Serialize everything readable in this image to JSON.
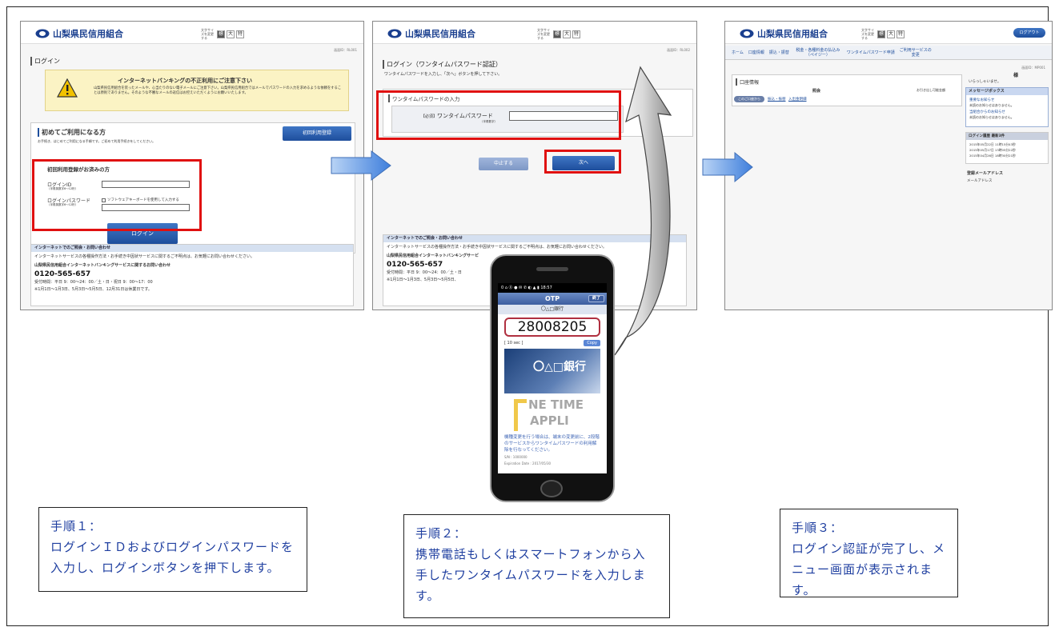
{
  "screen1": {
    "bank_name": "山梨県民信用組合",
    "font_size_label": "文字サイズを変更する",
    "font_sizes": [
      "標",
      "大",
      "特"
    ],
    "page_id": "画面ID：RL001",
    "page_title": "ログイン",
    "warning_title": "インターネットバンキングの不正利用にご注意下さい",
    "warning_text": "山梨県民信用組合を装ったメールや、心当たりのない電子メールにご注意下さい。山梨県民信用組合ではメールでパスワードの入力を求めるような依頼をすることは原則でありません。そのような不審なメールの返信はお控えいただくようにお願いいたします。",
    "first_time_title": "初めてご利用になる方",
    "first_time_text": "お手続き、はじめてご利用になる手順です。ご初めて利用手続きをしてください。",
    "first_time_button": "初回利用登録",
    "registered_title": "初回利用登録がお済みの方",
    "login_id_label": "ログインID",
    "login_id_sub": "（半角英数字6〜12桁）",
    "login_pw_label": "ログインパスワード",
    "login_pw_sub": "（半角英数字6〜12桁）",
    "software_keyboard": "ソフトウェアキーボードを使用して入力する",
    "login_button": "ログイン",
    "footer_bar": "インターネットでのご照会・お問い合わせ",
    "footer_text": "インターネットサービスの各種操作方法・お手続き中因状サービスに関するご不明点は、お気軽にお問い合わせください。",
    "footer_center": "山梨県民信用組合インターネットバンキングサービスに関するお問い合わせ",
    "footer_tel": "0120-565-657",
    "footer_hours": "受付時間：平日 9：00〜24：00／土・日・祝日 9：00〜17：00",
    "footer_closed": "※1月1日〜1月3日、5月3日〜5月5日、12月31日は休業日です。"
  },
  "screen2": {
    "bank_name": "山梨県民信用組合",
    "font_size_label": "文字サイズを変更する",
    "font_sizes": [
      "標",
      "大",
      "特"
    ],
    "page_id": "画面ID：RL002",
    "page_title": "ログイン（ワンタイムパスワード認証）",
    "page_sub": "ワンタイムパスワードを入力し、「次へ」ボタンを押して下さい。",
    "section_title": "ワンタイムパスワードの入力",
    "required": "【必須】",
    "otp_label": "ワンタイムパスワード",
    "otp_sub": "（半角数字）",
    "cancel_button": "中止する",
    "next_button": "次へ",
    "footer_bar": "インターネットでのご照会・お問い合わせ",
    "footer_text": "インターネットサービスの各種操作方法・お手続き中因状サービスに関するご不明点は、お気軽にお問い合わせください。",
    "footer_center": "山梨県民信用組合インターネットバンキングサービ",
    "footer_tel": "0120-565-657",
    "footer_hours": "受付時間：平日 9：00〜24：00／土・日",
    "footer_closed": "※1月1日〜1月3日、5月3日〜5月5日、"
  },
  "screen3": {
    "bank_name": "山梨県民信用組合",
    "font_size_label": "文字サイズを変更する",
    "font_sizes": [
      "標",
      "大",
      "特"
    ],
    "logout_button": "ログアウト",
    "nav": [
      "ホーム",
      "口座情報",
      "振込・振替",
      "税金・各種料金の払込み（ペイジー）",
      "ワンタイムパスワード申請",
      "ご利用サービスの変更"
    ],
    "page_id": "画面ID：MP001",
    "account_title": "口座情報",
    "account_row1": "振込・振替",
    "account_row2": "入出金明細",
    "account_head": "照会",
    "account_amount": "お引き出し可能金額",
    "account_badge": "このご口座から",
    "greeting_name": "様",
    "greeting": "いらっしゃいませ。",
    "message_box_title": "メッセージボックス",
    "message_1": "重要なお知らせ",
    "message_1_text": "未読のお知らせはありません。",
    "message_2": "当組合からのお知らせ",
    "message_2_text": "未読のお知らせはありません。",
    "login_history_title": "ログイン履歴 最新3件",
    "login_history": [
      "2015年05月22日 11時15分43秒",
      "2015年05月17日 13時05分22秒",
      "2015年04月26日 18時30分21秒"
    ],
    "email_title": "登録メールアドレス",
    "email_label": "メールアドレス"
  },
  "phone": {
    "status": "0 ⌂ ⓪ ● ✉ ✆ ◐ ▲ ▮ 18:57",
    "app_title": "OTP",
    "end_button": "終了",
    "bank": "〇△□銀行",
    "otp_code": "28008205",
    "timer": "[ 10 sec ]",
    "copy_button": "Copy",
    "banner_text": "〇△□銀行",
    "logo_line1": "NE TIME",
    "logo_line2": "APPLI",
    "message": "機種変更を行う場合は、端末の変更前に、2段階のサービスからワンタイムパスワードの利用解除を行なってください。",
    "serial": "S/N : 1000000",
    "expiration": "Expiration Date : 2017/05/30"
  },
  "steps": [
    {
      "title": "手順１：",
      "body": "ログインＩＤおよびログインパスワードを入力し、ログインボタンを押下します。"
    },
    {
      "title": "手順２：",
      "body": "携帯電話もしくはスマートフォンから入手したワンタイムパスワードを入力します。"
    },
    {
      "title": "手順３：",
      "body": "ログイン認証が完了し、メニュー画面が表示されます。"
    }
  ],
  "colors": {
    "accent": "#1e4e9c",
    "highlight": "#e01010",
    "step_text": "#1f3fa0",
    "arrow": "#5b8fe0"
  }
}
